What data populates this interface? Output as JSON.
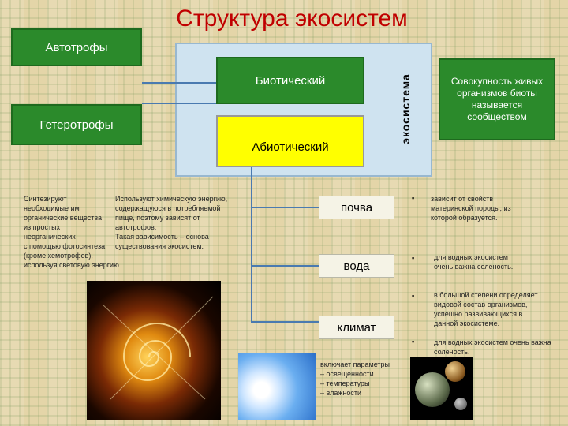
{
  "title": "Структура экосистем",
  "autotrophs": "Автотрофы",
  "heterotrophs": "Гетеротрофы",
  "biotic": "Биотический",
  "abiotic": "Абиотический",
  "ecosystem": "экосистема",
  "community": "Совокупность живых организмов биоты называется сообществом",
  "autotroph_desc": [
    "Синтезируют",
    "необходимые им",
    "органические вещества",
    "из простых",
    "неорганических",
    "с помощью фотосинтеза",
    "(кроме хемотрофов),",
    " используя световую энергию."
  ],
  "heterotroph_desc": [
    "Используют химическую энергию,",
    "содержащуюся в потребляемой",
    "пище, поэтому зависят от",
    "автотрофов.",
    "Такая зависимость – основа",
    "существования экосистем."
  ],
  "factors": [
    "почва",
    "вода",
    "климат"
  ],
  "bullets": [
    "зависит от свойств материнской породы, из которой образуется.",
    "для водных экосистем очень важна соленость.",
    "в большой степени определяет видовой состав организмов, успешно развивающихся в данной экосистеме.",
    "для водных экосистем очень важна соленость."
  ],
  "climate_params": [
    "включает параметры",
    "– освещенности",
    "– температуры",
    "– влажности"
  ],
  "colors": {
    "title": "#c00000",
    "green": "#2b8a2b",
    "yellow": "#ffff00",
    "connector": "#4a7ab0",
    "panel": "#cfe3f0"
  },
  "images": [
    "snail-shell-image",
    "sun-sky-image",
    "planets-image"
  ]
}
